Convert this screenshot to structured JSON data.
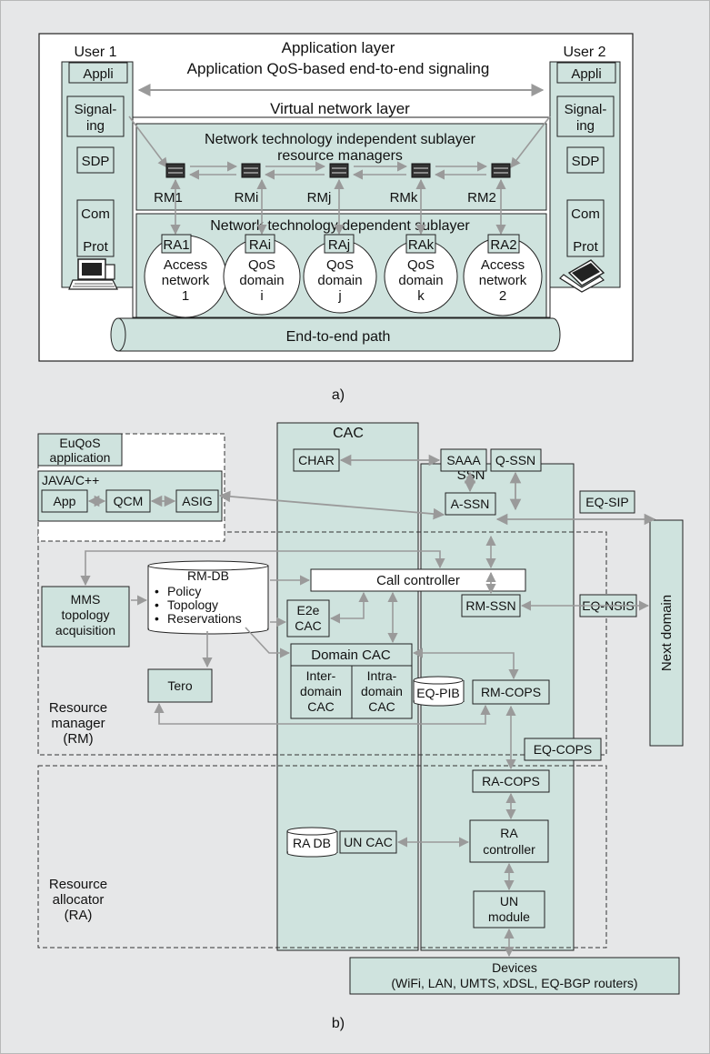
{
  "colors": {
    "background": "#e6e7e8",
    "panel": "#ffffff",
    "teal": "#cfe3de",
    "line": "#222222",
    "arrow": "#9a9a9a"
  },
  "a": {
    "caption": "a)",
    "user1": "User 1",
    "user2": "User 2",
    "app_layer": "Application layer",
    "app_signaling": "Application QoS-based end-to-end signaling",
    "appli": "Appli",
    "signaling": [
      "Signal-",
      "ing"
    ],
    "sdp": "SDP",
    "com": "Com",
    "prot": "Prot",
    "virtual_layer": "Virtual network layer",
    "indep_sublayer": [
      "Network technology independent sublayer",
      "resource managers"
    ],
    "dep_sublayer": "Network technology dependent sublayer",
    "rm": [
      "RM1",
      "RMi",
      "RMj",
      "RMk",
      "RM2"
    ],
    "ra": [
      "RA1",
      "RAi",
      "RAj",
      "RAk",
      "RA2"
    ],
    "domains": [
      [
        "Access",
        "network",
        "1"
      ],
      [
        "QoS",
        "domain",
        "i"
      ],
      [
        "QoS",
        "domain",
        "j"
      ],
      [
        "QoS",
        "domain",
        "k"
      ],
      [
        "Access",
        "network",
        "2"
      ]
    ],
    "path": "End-to-end path",
    "icons": [
      "router-icon",
      "desktop-computer-icon",
      "laptop-icon"
    ]
  },
  "b": {
    "caption": "b)",
    "euqos": [
      "EuQoS",
      "application"
    ],
    "java": "JAVA/C++",
    "app": "App",
    "qcm": "QCM",
    "asig": "ASIG",
    "char": "CHAR",
    "saaa": "SAAA",
    "qssn": "Q-SSN",
    "ssn": "SSN",
    "assn": "A-SSN",
    "eqsip": "EQ-SIP",
    "next_domain": "Next domain",
    "cac": "CAC",
    "rmdb": "RM-DB",
    "rmdb_items": [
      "Policy",
      "Topology",
      "Reservations"
    ],
    "call_controller": "Call controller",
    "mms": [
      "MMS",
      "topology",
      "acquisition"
    ],
    "e2e": [
      "E2e",
      "CAC"
    ],
    "rmssn": "RM-SSN",
    "eqnsis": "EQ-NSIS",
    "domain_cac": "Domain CAC",
    "inter": [
      "Inter-",
      "domain",
      "CAC"
    ],
    "intra": [
      "Intra-",
      "domain",
      "CAC"
    ],
    "eqpib": "EQ-PIB",
    "rmcops": "RM-COPS",
    "tero": "Tero",
    "rm_label": [
      "Resource",
      "manager",
      "(RM)"
    ],
    "eqcops": "EQ-COPS",
    "racops": "RA-COPS",
    "radb": "RA DB",
    "uncac": "UN CAC",
    "racontroller": [
      "RA",
      "controller"
    ],
    "ra_label": [
      "Resource",
      "allocator",
      "(RA)"
    ],
    "unmodule": [
      "UN",
      "module"
    ],
    "devices": [
      "Devices",
      "(WiFi, LAN, UMTS, xDSL, EQ-BGP routers)"
    ]
  }
}
